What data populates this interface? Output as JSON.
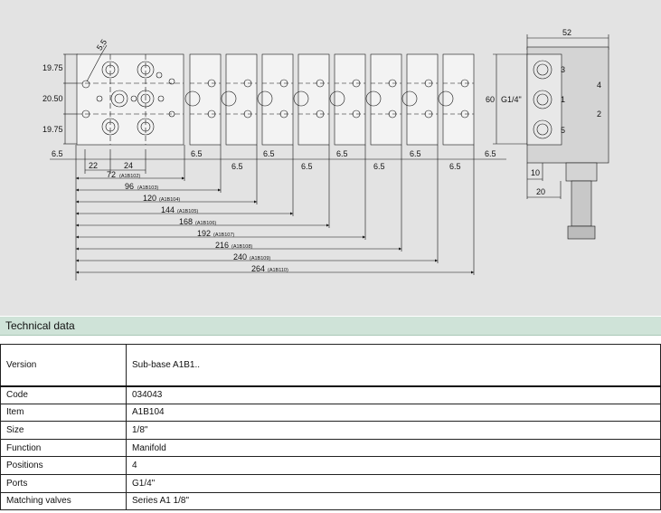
{
  "drawing": {
    "left_dims": [
      "19.75",
      "20.50",
      "19.75"
    ],
    "hole_label": "5.5",
    "spacing": [
      "6.5",
      "6.5",
      "6.5",
      "6.5",
      "6.5",
      "6.5",
      "6.5",
      "6.5",
      "6.5"
    ],
    "pitch_22": "22",
    "pitch_24": "24",
    "lengths": [
      {
        "value": "72",
        "code": "(A1B102)"
      },
      {
        "value": "96",
        "code": "(A1B103)"
      },
      {
        "value": "120",
        "code": "(A1B104)"
      },
      {
        "value": "144",
        "code": "(A1B105)"
      },
      {
        "value": "168",
        "code": "(A1B106)"
      },
      {
        "value": "192",
        "code": "(A1B107)"
      },
      {
        "value": "216",
        "code": "(A1B108)"
      },
      {
        "value": "240",
        "code": "(A1B109)"
      },
      {
        "value": "264",
        "code": "(A1B110)"
      }
    ],
    "side": {
      "width": "52",
      "height": "60",
      "port": "G1/4\"",
      "port_numbers": [
        "3",
        "1",
        "5"
      ],
      "valve_numbers": [
        "4",
        "2"
      ],
      "dim_10": "10",
      "dim_20": "20"
    }
  },
  "section_title": "Technical data",
  "table": {
    "version": {
      "label": "Version",
      "value": "Sub-base A1B1.."
    },
    "rows": [
      {
        "label": "Code",
        "value": "034043"
      },
      {
        "label": "Item",
        "value": "A1B104"
      },
      {
        "label": "Size",
        "value": "1/8\""
      },
      {
        "label": "Function",
        "value": "Manifold"
      },
      {
        "label": "Positions",
        "value": "4"
      },
      {
        "label": "Ports",
        "value": "G1/4\""
      },
      {
        "label": "Matching valves",
        "value": "Series A1 1/8\""
      }
    ]
  }
}
